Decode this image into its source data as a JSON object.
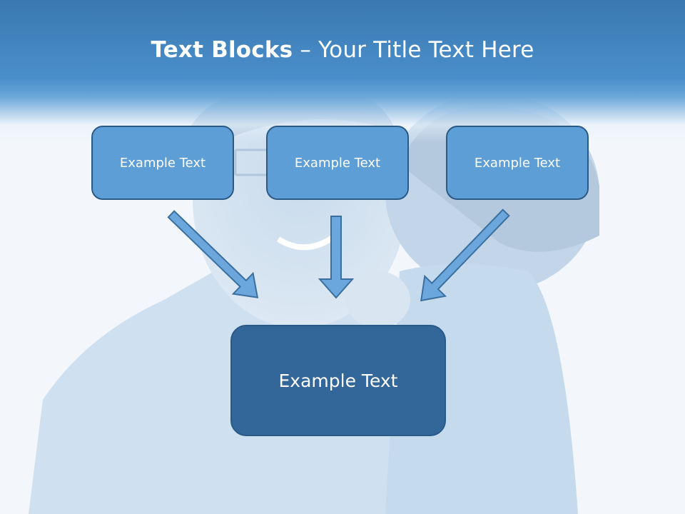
{
  "title": {
    "bold": "Text Blocks",
    "dash": " – ",
    "rest": "Your Title Text Here"
  },
  "blocks": {
    "top": [
      "Example Text",
      "Example Text",
      "Example Text"
    ],
    "bottom": "Example Text"
  },
  "colors": {
    "header": "#4a8fcb",
    "small_box": "#5e9ed6",
    "big_box": "#336699",
    "border": "#2a5a86",
    "arrow": "#5e9ed6"
  }
}
